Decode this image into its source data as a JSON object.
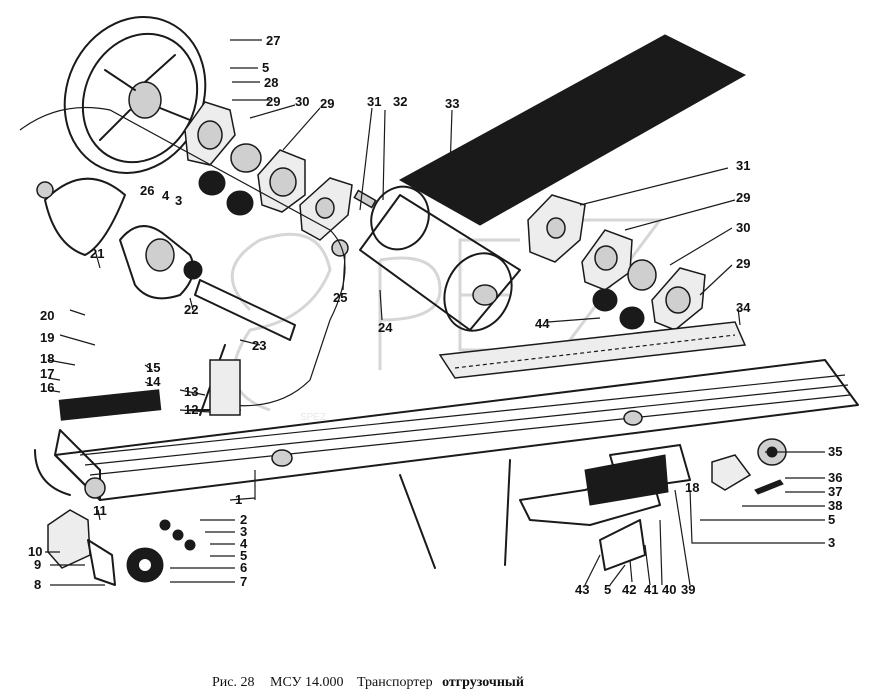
{
  "caption": {
    "figure": "Рис. 28",
    "model": "МСУ 14.000",
    "title_regular": "Транспортер",
    "title_bold": "отгрузочный"
  },
  "watermark": "SPEZ",
  "callouts": [
    {
      "id": "c27",
      "label": "27"
    },
    {
      "id": "c5a",
      "label": "5"
    },
    {
      "id": "c28",
      "label": "28"
    },
    {
      "id": "c29a",
      "label": "29"
    },
    {
      "id": "c30a",
      "label": "30"
    },
    {
      "id": "c29b",
      "label": "29"
    },
    {
      "id": "c31a",
      "label": "31"
    },
    {
      "id": "c32",
      "label": "32"
    },
    {
      "id": "c33",
      "label": "33"
    },
    {
      "id": "c31b",
      "label": "31"
    },
    {
      "id": "c29c",
      "label": "29"
    },
    {
      "id": "c30b",
      "label": "30"
    },
    {
      "id": "c29d",
      "label": "29"
    },
    {
      "id": "c34",
      "label": "34"
    },
    {
      "id": "c26",
      "label": "26"
    },
    {
      "id": "c4a",
      "label": "4"
    },
    {
      "id": "c3a",
      "label": "3"
    },
    {
      "id": "c21",
      "label": "21"
    },
    {
      "id": "c22",
      "label": "22"
    },
    {
      "id": "c25",
      "label": "25"
    },
    {
      "id": "c24",
      "label": "24"
    },
    {
      "id": "c44",
      "label": "44"
    },
    {
      "id": "c23",
      "label": "23"
    },
    {
      "id": "c20",
      "label": "20"
    },
    {
      "id": "c19",
      "label": "19"
    },
    {
      "id": "c18",
      "label": "18"
    },
    {
      "id": "c17",
      "label": "17"
    },
    {
      "id": "c16",
      "label": "16"
    },
    {
      "id": "c15",
      "label": "15"
    },
    {
      "id": "c14",
      "label": "14"
    },
    {
      "id": "c13",
      "label": "13"
    },
    {
      "id": "c12",
      "label": "12"
    },
    {
      "id": "c1",
      "label": "1"
    },
    {
      "id": "c11",
      "label": "11"
    },
    {
      "id": "c2",
      "label": "2"
    },
    {
      "id": "c3b",
      "label": "3"
    },
    {
      "id": "c4b",
      "label": "4"
    },
    {
      "id": "c5b",
      "label": "5"
    },
    {
      "id": "c6",
      "label": "6"
    },
    {
      "id": "c7",
      "label": "7"
    },
    {
      "id": "c10",
      "label": "10"
    },
    {
      "id": "c9",
      "label": "9"
    },
    {
      "id": "c8",
      "label": "8"
    },
    {
      "id": "c35",
      "label": "35"
    },
    {
      "id": "c36",
      "label": "36"
    },
    {
      "id": "c37",
      "label": "37"
    },
    {
      "id": "c38",
      "label": "38"
    },
    {
      "id": "c5c",
      "label": "5"
    },
    {
      "id": "c3c",
      "label": "3"
    },
    {
      "id": "c18b",
      "label": "18"
    },
    {
      "id": "c43",
      "label": "43"
    },
    {
      "id": "c5d",
      "label": "5"
    },
    {
      "id": "c42",
      "label": "42"
    },
    {
      "id": "c41",
      "label": "41"
    },
    {
      "id": "c40",
      "label": "40"
    },
    {
      "id": "c39",
      "label": "39"
    }
  ]
}
